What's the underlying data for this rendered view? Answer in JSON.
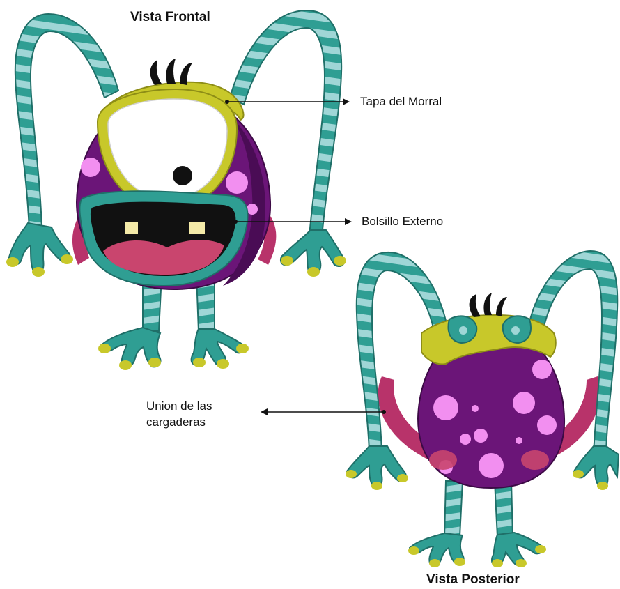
{
  "titles": {
    "front": "Vista Frontal",
    "back": "Vista Posterior"
  },
  "callouts": {
    "lid": "Tapa del Morral",
    "pocket": "Bolsillo Externo",
    "straps_line1": "Union de las",
    "straps_line2": "cargaderas"
  },
  "colors": {
    "teal": "#2f9e93",
    "teal_light": "#9fd6d6",
    "purple": "#6b1578",
    "purple_dark": "#4a0c55",
    "pink_spot": "#f28ff0",
    "lime": "#c8c82a",
    "strap": "#b8336a",
    "mouth_tongue": "#c9456e"
  }
}
